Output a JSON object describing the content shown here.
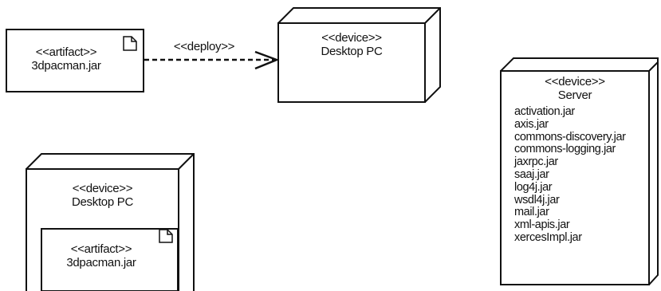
{
  "top_artifact": {
    "stereotype": "<<artifact>>",
    "name": "3dpacman.jar"
  },
  "deploy_connector": {
    "label": "<<deploy>>"
  },
  "top_device": {
    "stereotype": "<<device>>",
    "name": "Desktop PC"
  },
  "bottom_device": {
    "stereotype": "<<device>>",
    "name": "Desktop PC",
    "nested_artifact": {
      "stereotype": "<<artifact>>",
      "name": "3dpacman.jar"
    }
  },
  "server_device": {
    "stereotype": "<<device>>",
    "name": "Server",
    "artifacts": [
      "activation.jar",
      "axis.jar",
      "commons-discovery.jar",
      "commons-logging.jar",
      "jaxrpc.jar",
      "saaj.jar",
      "log4j.jar",
      "wsdl4j.jar",
      "mail.jar",
      "xml-apis.jar",
      "xercesImpl.jar"
    ]
  }
}
